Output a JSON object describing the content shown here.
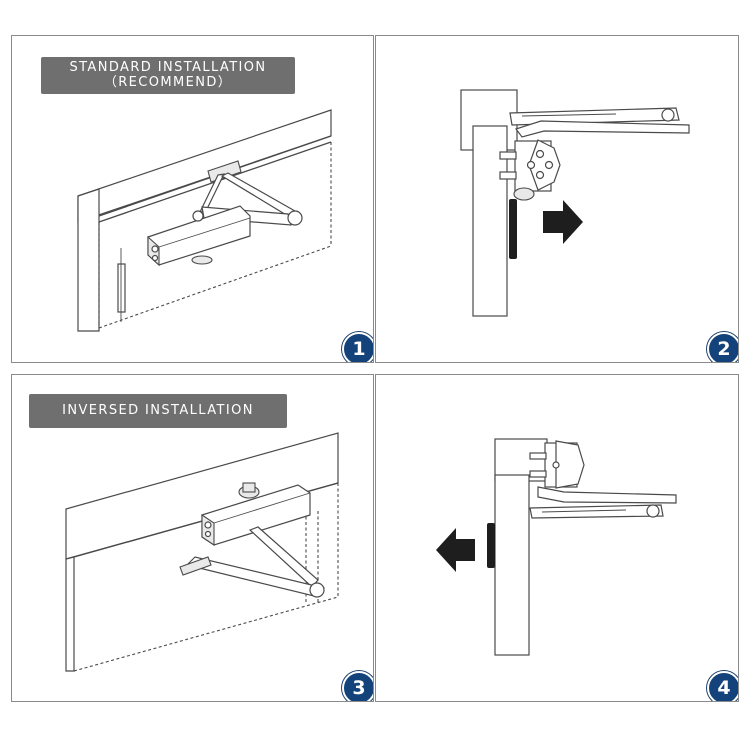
{
  "panels": [
    {
      "number": "1",
      "label_line1": "STANDARD INSTALLATION",
      "label_line2": "（RECOMMEND）"
    },
    {
      "number": "2"
    },
    {
      "number": "3",
      "label": "INVERSED INSTALLATION"
    },
    {
      "number": "4"
    }
  ],
  "colors": {
    "label_background": "#6f6f6f",
    "badge_background": "#14427a",
    "line": "#4a4a4a"
  },
  "icons": {
    "arrow_panel2": "arrow-right-icon",
    "arrow_panel4": "arrow-left-icon"
  }
}
